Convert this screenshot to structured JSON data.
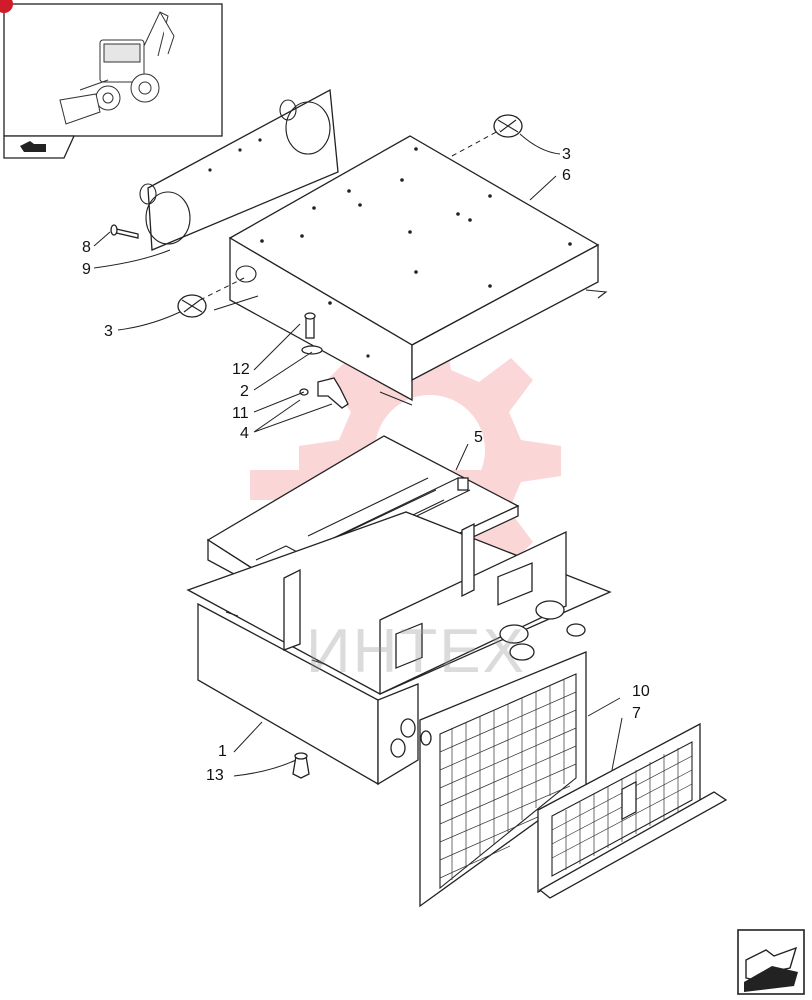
{
  "watermark_text": "ИНТЕХ",
  "callouts": [
    {
      "id": "3",
      "label": "3"
    },
    {
      "id": "6",
      "label": "6"
    },
    {
      "id": "8",
      "label": "8"
    },
    {
      "id": "9",
      "label": "9"
    },
    {
      "id": "3b",
      "label": "3"
    },
    {
      "id": "12",
      "label": "12"
    },
    {
      "id": "2",
      "label": "2"
    },
    {
      "id": "11",
      "label": "11"
    },
    {
      "id": "4",
      "label": "4"
    },
    {
      "id": "5",
      "label": "5"
    },
    {
      "id": "10",
      "label": "10"
    },
    {
      "id": "7",
      "label": "7"
    },
    {
      "id": "1",
      "label": "1"
    },
    {
      "id": "13",
      "label": "13"
    }
  ],
  "colors": {
    "line": "#222222",
    "watermark_red": "#e8202a",
    "watermark_gray": "#9a9a9a",
    "corner_badge": "#d01c2a"
  },
  "icons": {
    "thumbnail": "backhoe-loader-thumbnail",
    "thumb_nav": "next-arrow-icon",
    "page_nav": "page-forward-arrow-icon"
  }
}
